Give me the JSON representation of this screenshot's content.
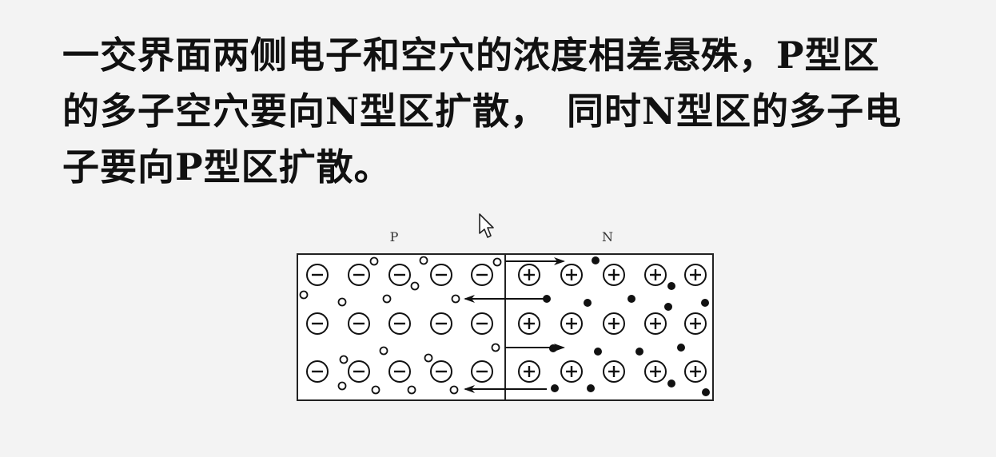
{
  "slide": {
    "lines": [
      "一交界面两侧电子和空穴的浓度相差悬殊，P型区",
      "的多子空穴要向N型区扩散，　同时N型区的多子电",
      "子要向P型区扩散。"
    ]
  },
  "diagram": {
    "p_label": "P",
    "n_label": "N",
    "ion_rows": 3,
    "ions_per_side": 5,
    "p_ion_symbol": "−",
    "n_ion_symbol": "+",
    "hole_style": "hollow circle",
    "electron_style": "filled dot",
    "arrows": [
      {
        "direction": "right",
        "row": 0
      },
      {
        "direction": "left",
        "row": 1
      },
      {
        "direction": "right",
        "row": 2
      },
      {
        "direction": "left",
        "row": 3
      }
    ],
    "colors": {
      "ink": "#111111",
      "background": "#ffffff"
    }
  },
  "cursor": {
    "icon": "mouse-pointer-icon"
  }
}
